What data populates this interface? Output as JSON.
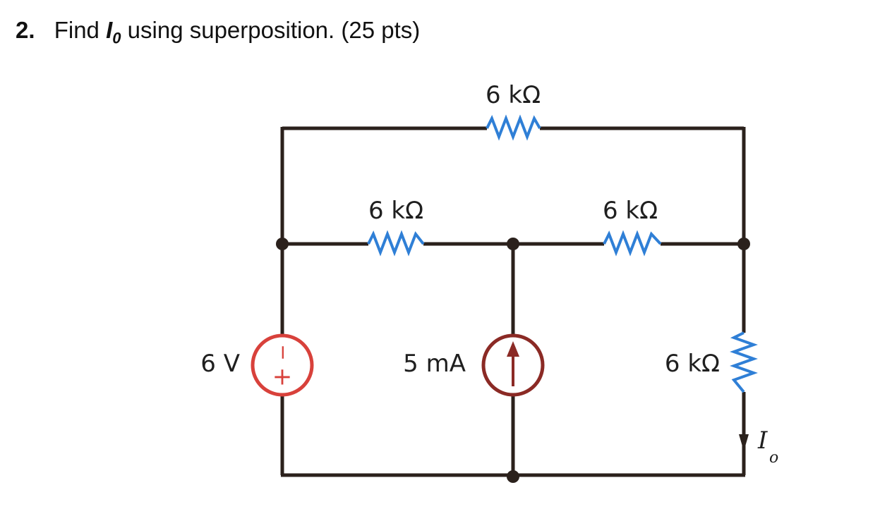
{
  "question": {
    "number": "2.",
    "text_before": "Find",
    "var_main": "I",
    "var_sub": "0",
    "text_after": "using superposition. (25 pts)"
  },
  "circuit": {
    "resistor_top": "6 kΩ",
    "resistor_mid_left": "6 kΩ",
    "resistor_mid_right": "6 kΩ",
    "resistor_right": "6 kΩ",
    "voltage_source": "6 V",
    "voltage_source_polarity": {
      "plus": "+",
      "minus": "−"
    },
    "current_source": "5 mA",
    "current_label_main": "I",
    "current_label_sub": "o"
  },
  "colors": {
    "wire": "#2b211c",
    "resistor": "#2f7fd6",
    "voltage_source": "#d8413b",
    "current_source": "#8b2a25"
  }
}
